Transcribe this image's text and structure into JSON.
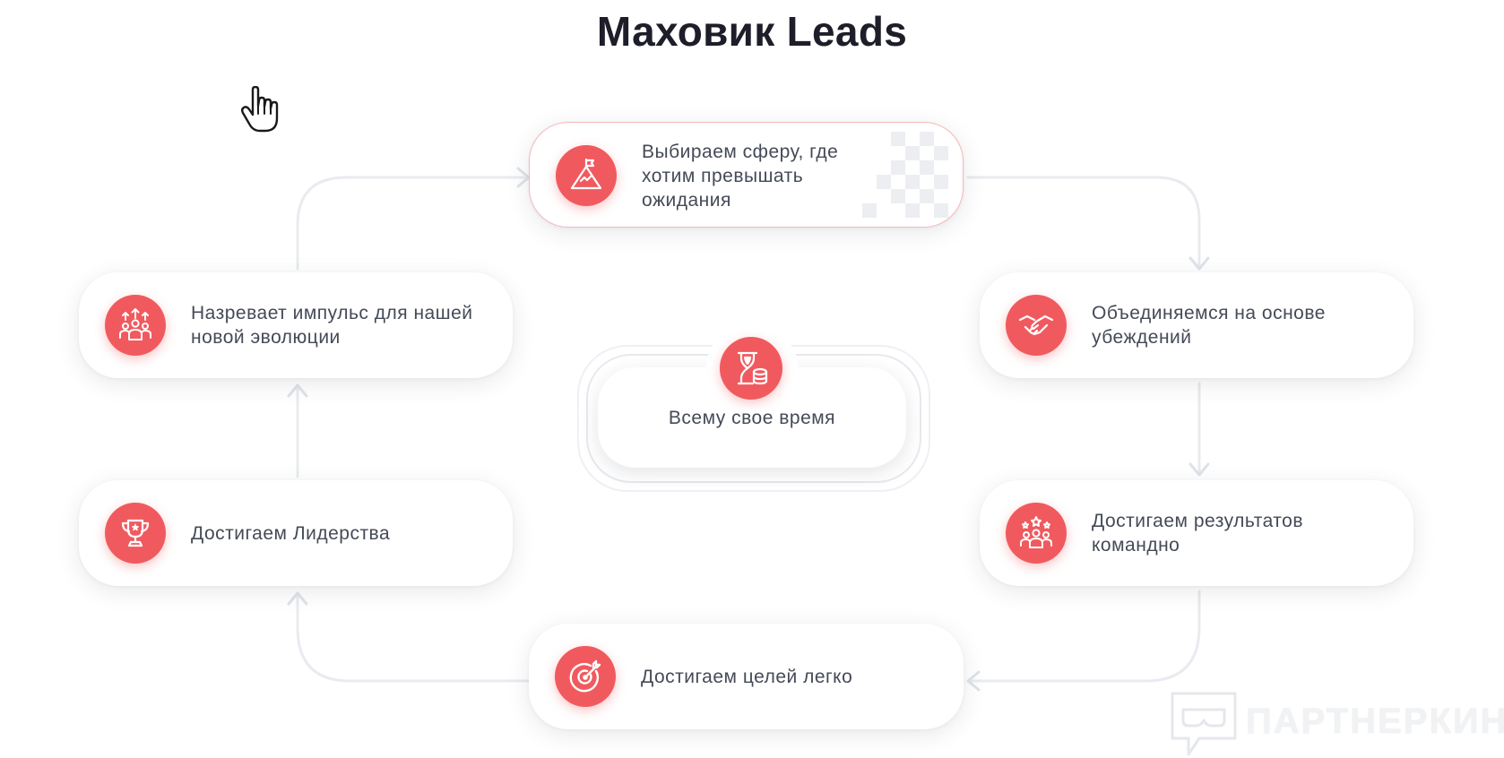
{
  "title": "Маховик Leads",
  "colors": {
    "accent": "#f05a5e",
    "text": "#444a57",
    "title": "#1e1e2a",
    "connector": "#e6e9ee"
  },
  "nodes": {
    "top": {
      "label": "Выбираем сферу, где хотим превышать ожидания",
      "icon": "mountain-flag-icon"
    },
    "right_upper": {
      "label": "Объединяемся на основе убеждений",
      "icon": "handshake-icon"
    },
    "right_lower": {
      "label": "Достигаем результатов командно",
      "icon": "team-stars-icon"
    },
    "bottom": {
      "label": "Достигаем целей легко",
      "icon": "target-icon"
    },
    "left_lower": {
      "label": "Достигаем Лидерства",
      "icon": "trophy-icon"
    },
    "left_upper": {
      "label": "Назревает импульс для нашей новой эволюции",
      "icon": "team-growth-icon"
    }
  },
  "center": {
    "label": "Всему свое время",
    "icon": "hourglass-coins-icon"
  },
  "watermark": {
    "text": "ПАРТНЕРКИН",
    "icon": "chat-mask-icon"
  },
  "cursor": {
    "icon": "hand-pointer-icon"
  }
}
